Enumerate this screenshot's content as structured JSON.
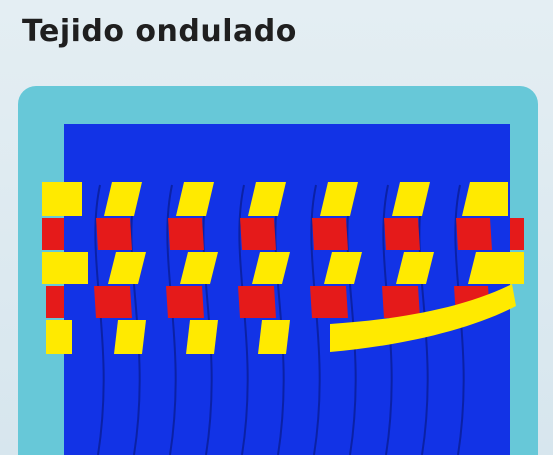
{
  "page": {
    "title": "Tejido ondulado"
  },
  "colors": {
    "background": "#dde9ef",
    "panel": "#67c8d8",
    "warp": "#1233e6",
    "warp_lines": "#0a1f9a",
    "weft_yellow": "#ffea00",
    "weft_red": "#e51a1a",
    "text": "#1f1f1f"
  },
  "illustration": {
    "subject": "woven-paper-craft",
    "weft_rows": [
      {
        "color": "yellow"
      },
      {
        "color": "red"
      },
      {
        "color": "yellow"
      },
      {
        "color": "red"
      },
      {
        "color": "yellow",
        "partial": true
      }
    ]
  }
}
